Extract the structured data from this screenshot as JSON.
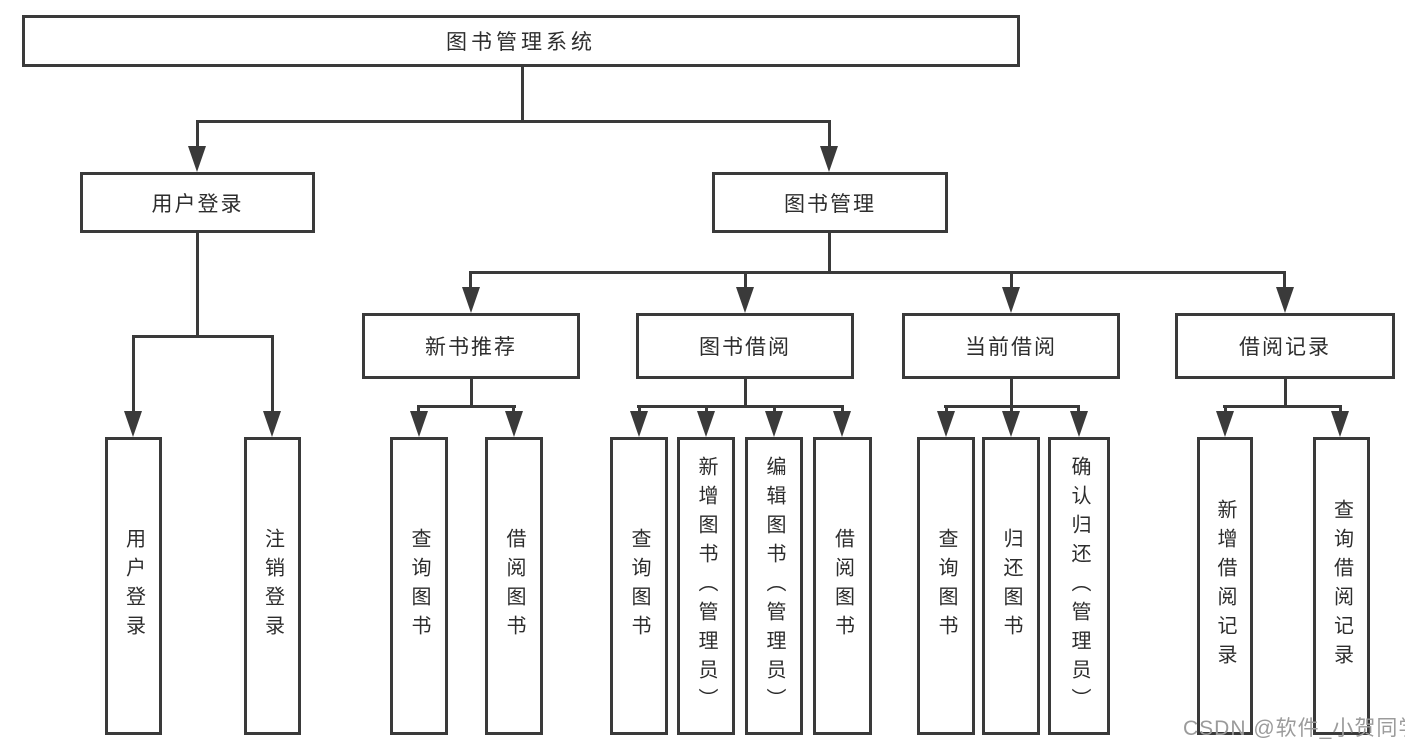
{
  "root": {
    "label": "图书管理系统"
  },
  "tree": {
    "user_login": {
      "label": "用户登录",
      "children": [
        "用户登录",
        "注销登录"
      ]
    },
    "book_mgmt": {
      "label": "图书管理",
      "sections": {
        "new_book": {
          "label": "新书推荐",
          "children": [
            "查询图书",
            "借阅图书"
          ]
        },
        "book_borrow": {
          "label": "图书借阅",
          "children": [
            "查询图书",
            "新增图书（管理员）",
            "编辑图书（管理员）",
            "借阅图书"
          ]
        },
        "current_borrow": {
          "label": "当前借阅",
          "children": [
            "查询图书",
            "归还图书",
            "确认归还（管理员）"
          ]
        },
        "borrow_records": {
          "label": "借阅记录",
          "children": [
            "新增借阅记录",
            "查询借阅记录"
          ]
        }
      }
    }
  },
  "watermark": "CSDN @软件_小贺同学",
  "colors": {
    "line": "#3a3a3a",
    "text": "#2d2d2d",
    "watermark": "#9b9b9b",
    "background": "#ffffff"
  }
}
